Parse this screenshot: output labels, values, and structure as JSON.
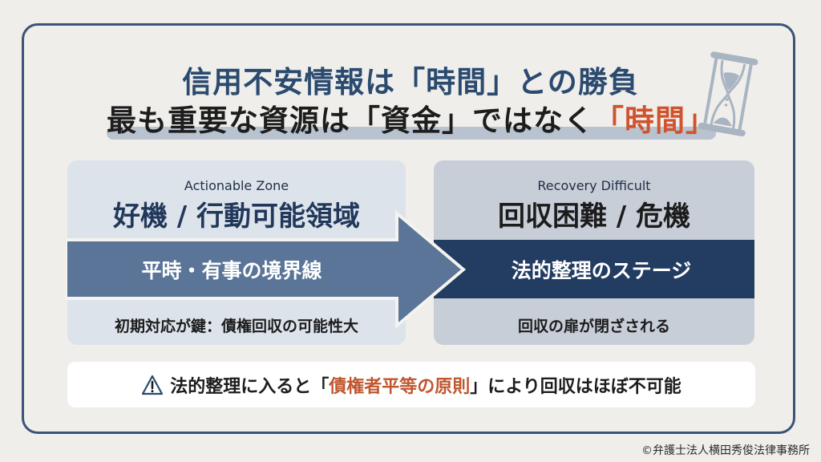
{
  "header": {
    "title_line1": "信用不安情報は「時間」との勝負",
    "title_line2_prefix": "最も重要な資源は「資金」ではなく",
    "title_line2_highlight": "「時間」",
    "icon": "hourglass-icon"
  },
  "left_panel": {
    "label_en": "Actionable Zone",
    "label_jp": "好機 / 行動可能領域",
    "band_text": "平時・有事の境界線",
    "footer": "初期対応が鍵：債権回収の可能性大"
  },
  "right_panel": {
    "label_en": "Recovery Difficult",
    "label_jp": "回収困難 / 危機",
    "band_text": "法的整理のステージ",
    "footer": "回収の扉が閉ざされる"
  },
  "warning": {
    "icon": "warning-icon",
    "prefix": "法的整理に入ると「",
    "highlight": "債権者平等の原則",
    "suffix": "」により回収はほぼ不可能"
  },
  "copyright": "©弁護士法人横田秀俊法律事務所",
  "colors": {
    "frame": "#3a5478",
    "accent_red": "#d0532e",
    "arrow": "#5a7597",
    "dark_band": "#233c62"
  }
}
